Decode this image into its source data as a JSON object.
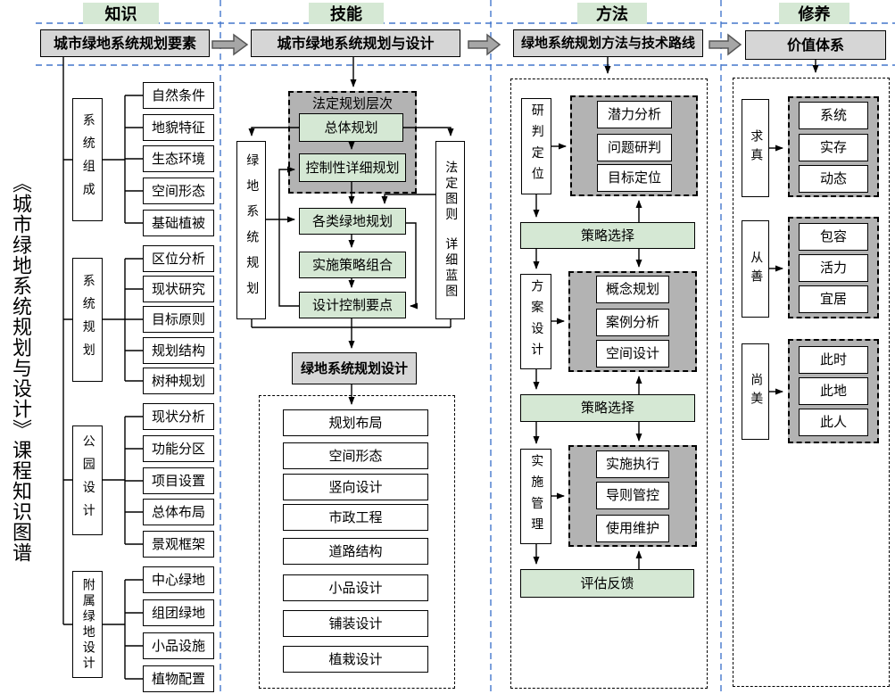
{
  "title": "《城市绿地系统规划与设计》课程知识图谱",
  "knowledge": {
    "header": "知识",
    "top_box": "城市绿地系统规划要素",
    "groups": [
      {
        "label": "系统组成",
        "items": [
          "自然条件",
          "地貌特征",
          "生态环境",
          "空间形态",
          "基础植被"
        ]
      },
      {
        "label": "系统规划",
        "items": [
          "区位分析",
          "现状研究",
          "目标原则",
          "规划结构",
          "树种规划"
        ]
      },
      {
        "label": "公园设计",
        "items": [
          "现状分析",
          "功能分区",
          "项目设置",
          "总体布局",
          "景观框架"
        ]
      },
      {
        "label": "附属绿地设计",
        "items": [
          "中心绿地",
          "组团绿地",
          "小品设施",
          "植物配置"
        ]
      }
    ]
  },
  "skills": {
    "header": "技能",
    "top_box": "城市绿地系统规划与设计",
    "legal_box": {
      "title": "法定规划层次",
      "items": [
        "总体规划",
        "控制性详细规划"
      ]
    },
    "left_box": "绿地系统规划",
    "right_box": [
      "法定图则",
      "详细蓝图"
    ],
    "flow": [
      "各类绿地规划",
      "实施策略组合",
      "设计控制要点"
    ],
    "result_box": "绿地系统规划设计",
    "design_list": [
      "规划布局",
      "空间形态",
      "竖向设计",
      "市政工程",
      "道路结构",
      "小品设计",
      "铺装设计",
      "植栽设计"
    ]
  },
  "methods": {
    "header": "方法",
    "top_box": "绿地系统规划方法与技术路线",
    "stages": [
      {
        "label": "研判定位",
        "items": [
          "潜力分析",
          "问题研判",
          "目标定位"
        ]
      },
      {
        "label": "方案设计",
        "items": [
          "概念规划",
          "案例分析",
          "空间设计"
        ]
      },
      {
        "label": "实施管理",
        "items": [
          "实施执行",
          "导则管控",
          "使用维护"
        ]
      }
    ],
    "bridges": [
      "策略选择",
      "策略选择",
      "评估反馈"
    ]
  },
  "cultivation": {
    "header": "修养",
    "top_box": "价值体系",
    "groups": [
      {
        "label": "求真",
        "items": [
          "系统",
          "实存",
          "动态"
        ]
      },
      {
        "label": "从善",
        "items": [
          "包容",
          "活力",
          "宜居"
        ]
      },
      {
        "label": "尚美",
        "items": [
          "此时",
          "此地",
          "此人"
        ]
      }
    ]
  },
  "colors": {
    "header_green": "#d5e8d4",
    "box_green": "#d5e8d4",
    "box_gray": "#d6d6d6",
    "container_gray": "#b3b3b3",
    "divider_blue": "#4477cc",
    "arrow_gray": "#a6a6a6"
  }
}
